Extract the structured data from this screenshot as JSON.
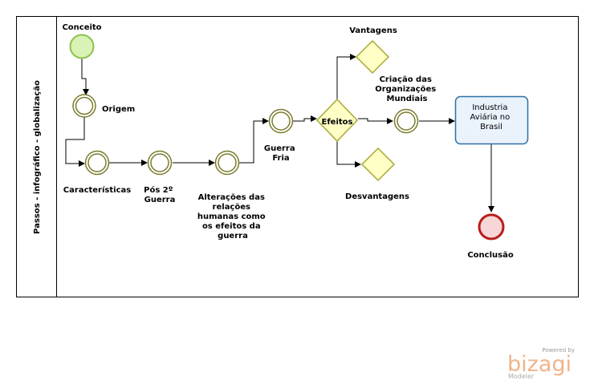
{
  "pool": {
    "title": "Passos - infográfico - globalização"
  },
  "events": {
    "start": "Conceito",
    "origem": "Origem",
    "caracteristicas": "Características",
    "pos_guerra": [
      "Pós 2º",
      "Guerra"
    ],
    "alteracoes": [
      "Alterações das",
      "relações",
      "humanas  como",
      "os efeitos da",
      "guerra"
    ],
    "guerra_fria": [
      "Guerra",
      "Fria"
    ],
    "criacao": [
      "Criação das",
      "Organizações",
      "Mundiais"
    ],
    "end": "Conclusão"
  },
  "gateways": {
    "efeitos": "Efeitos",
    "vantagens": "Vantagens",
    "desvantagens": "Desvantagens"
  },
  "task": {
    "label": [
      "Industria",
      "Aviária no",
      "Brasil"
    ]
  },
  "watermark": {
    "powered": "Powered by",
    "brand": "bizagi",
    "product": "Modeler"
  },
  "colors": {
    "start_fill": "#d9f2b5",
    "start_stroke": "#8bc34a",
    "intermediate_stroke": "#7b7b2e",
    "gateway_fill": "#ffffc6",
    "gateway_stroke": "#a8a832",
    "task_fill": "#eaf2fb",
    "task_stroke": "#2e6fa6",
    "end_fill": "#f6d6d6",
    "end_stroke": "#b71c1c"
  }
}
